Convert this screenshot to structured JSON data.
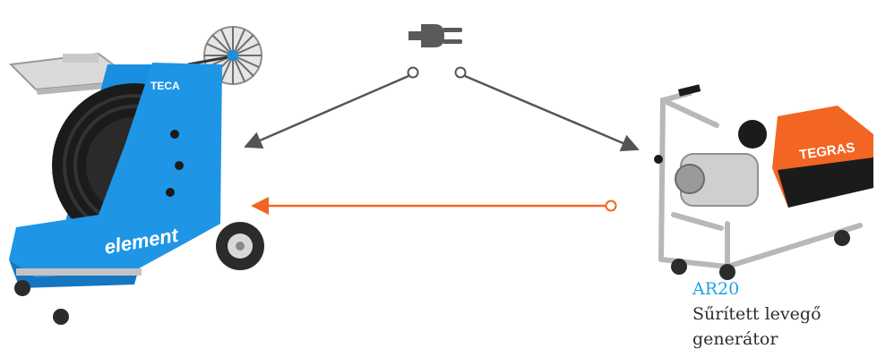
{
  "colors": {
    "accent_blue": "#1a8fe0",
    "accent_orange": "#f26522",
    "connector_gray": "#555555",
    "caption_blue": "#1ba3e0"
  },
  "icons": [
    "power-plug-icon"
  ],
  "left_machine": {
    "brand_text": "TECA",
    "body_text": "element"
  },
  "right_machine": {
    "brand_text": "TEGRAS",
    "caption": {
      "model": "AR20",
      "description_line1": "Sűrített levegő",
      "description_line2": "generátor"
    }
  }
}
